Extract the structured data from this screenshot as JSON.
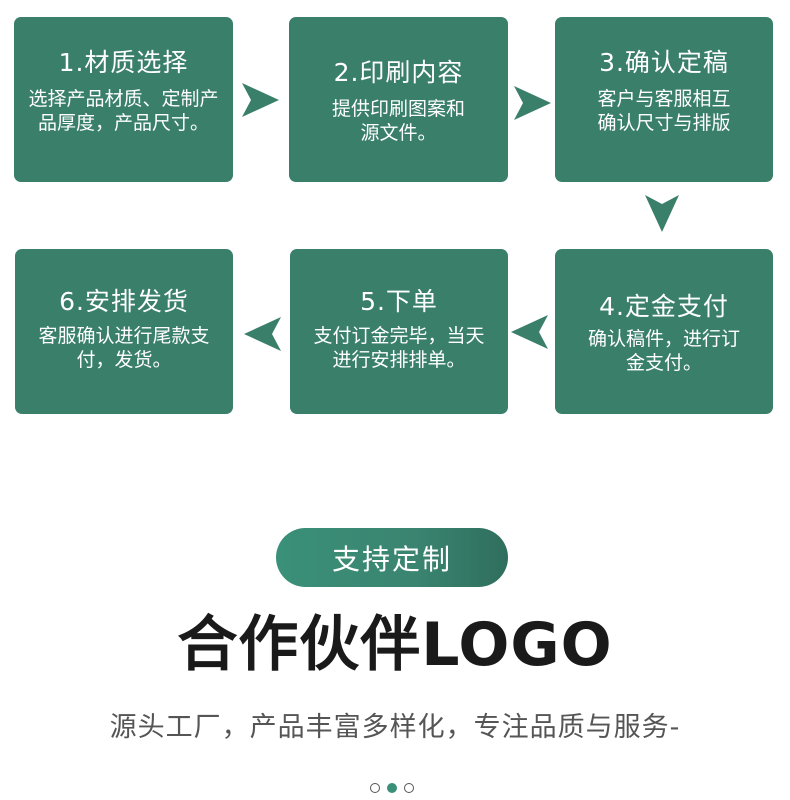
{
  "colors": {
    "step_bg": "#3a7f6a",
    "arrow": "#3a7f6a",
    "pill_gradient_start": "#3a9078",
    "pill_gradient_end": "#2f6e5d",
    "heading": "#1a1a1a",
    "subtitle": "#555555",
    "dot_active": "#3a8f78"
  },
  "steps": [
    {
      "title": "1.材质选择",
      "desc": "选择产品材质、定制产品厚度，产品尺寸。"
    },
    {
      "title": "2.印刷内容",
      "desc": "提供印刷图案和源文件。"
    },
    {
      "title": "3.确认定稿",
      "desc": "客户与客服相互确认尺寸与排版"
    },
    {
      "title": "4.定金支付",
      "desc": "确认稿件，进行订金支付。"
    },
    {
      "title": "5.下单",
      "desc": "支付订金完毕，当天进行安排排单。"
    },
    {
      "title": "6.安排发货",
      "desc": "客服确认进行尾款支付，发货。"
    }
  ],
  "arrows": [
    {
      "direction": "right",
      "icon": "arrow-right-icon"
    },
    {
      "direction": "right",
      "icon": "arrow-right-icon"
    },
    {
      "direction": "down",
      "icon": "arrow-down-icon"
    },
    {
      "direction": "left",
      "icon": "arrow-left-icon"
    },
    {
      "direction": "left",
      "icon": "arrow-left-icon"
    }
  ],
  "badge": {
    "label": "支持定制"
  },
  "heading": {
    "text": "合作伙伴LOGO"
  },
  "subtitle": {
    "text": "源头工厂，产品丰富多样化，专注品质与服务-"
  },
  "pagination": {
    "total": 3,
    "active_index": 1
  }
}
